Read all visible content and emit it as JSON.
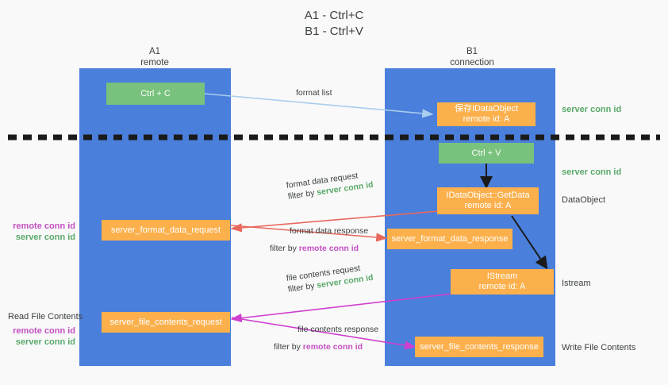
{
  "title": {
    "line1": "A1 - Ctrl+C",
    "line2": "B1 - Ctrl+V"
  },
  "columns": [
    {
      "name": "A1",
      "sublabel": "remote"
    },
    {
      "name": "B1",
      "sublabel": "connection"
    }
  ],
  "colors": {
    "column_blue": "#4a7fdb",
    "node_green": "#78c27d",
    "node_orange": "#fbb04c",
    "server_conn_green": "#5aa96a",
    "remote_conn_purple": "#c34fc3",
    "arrow_lightblue": "#a8cdee",
    "arrow_red": "#e8685d",
    "arrow_magenta": "#cf3fcf",
    "arrow_black": "#1a1a1a",
    "background": "#f9f9f9",
    "text_dark": "#3c4043"
  },
  "nodes": {
    "ctrl_c": {
      "label": "Ctrl + C"
    },
    "ctrl_v": {
      "label": "Ctrl + V"
    },
    "save_dataobject": {
      "line1": "保存IDataObject",
      "line2": "remote id: A"
    },
    "getdata": {
      "line1": "IDataObject::GetData",
      "line2": "remote id: A"
    },
    "istream": {
      "line1": "IStream",
      "line2": "remote id: A"
    },
    "server_format_data_request": {
      "label": "server_format_data_request"
    },
    "server_format_data_response": {
      "label": "server_format_data_response"
    },
    "server_file_contents_request": {
      "label": "server_file_contents_request"
    },
    "server_file_contents_response": {
      "label": "server_file_contents_response"
    }
  },
  "right_labels": {
    "server_conn_id_top": "server conn id",
    "server_conn_id_second": "server conn id",
    "dataobject": "DataObject",
    "istream": "Istream",
    "write_file_contents": "Write File Contents"
  },
  "left_labels": {
    "remote_conn_id_1": "remote conn id",
    "server_conn_id_1": "server conn id",
    "read_file_contents": "Read File Contents",
    "remote_conn_id_2": "remote conn id",
    "server_conn_id_2": "server conn id"
  },
  "edges": {
    "format_list": "format list",
    "format_data_request": "format data request",
    "format_data_request_filter_prefix": "filter by ",
    "format_data_request_filter_value": "server conn id",
    "format_data_response": "format data response",
    "format_data_response_filter_prefix": "filter by ",
    "format_data_response_filter_value": "remote conn id",
    "file_contents_request": "file contents request",
    "file_contents_request_filter_prefix": "filter by ",
    "file_contents_request_filter_value": "server conn id",
    "file_contents_response": "file contents response",
    "file_contents_response_filter_prefix": "filter by ",
    "file_contents_response_filter_value": "remote conn id"
  }
}
